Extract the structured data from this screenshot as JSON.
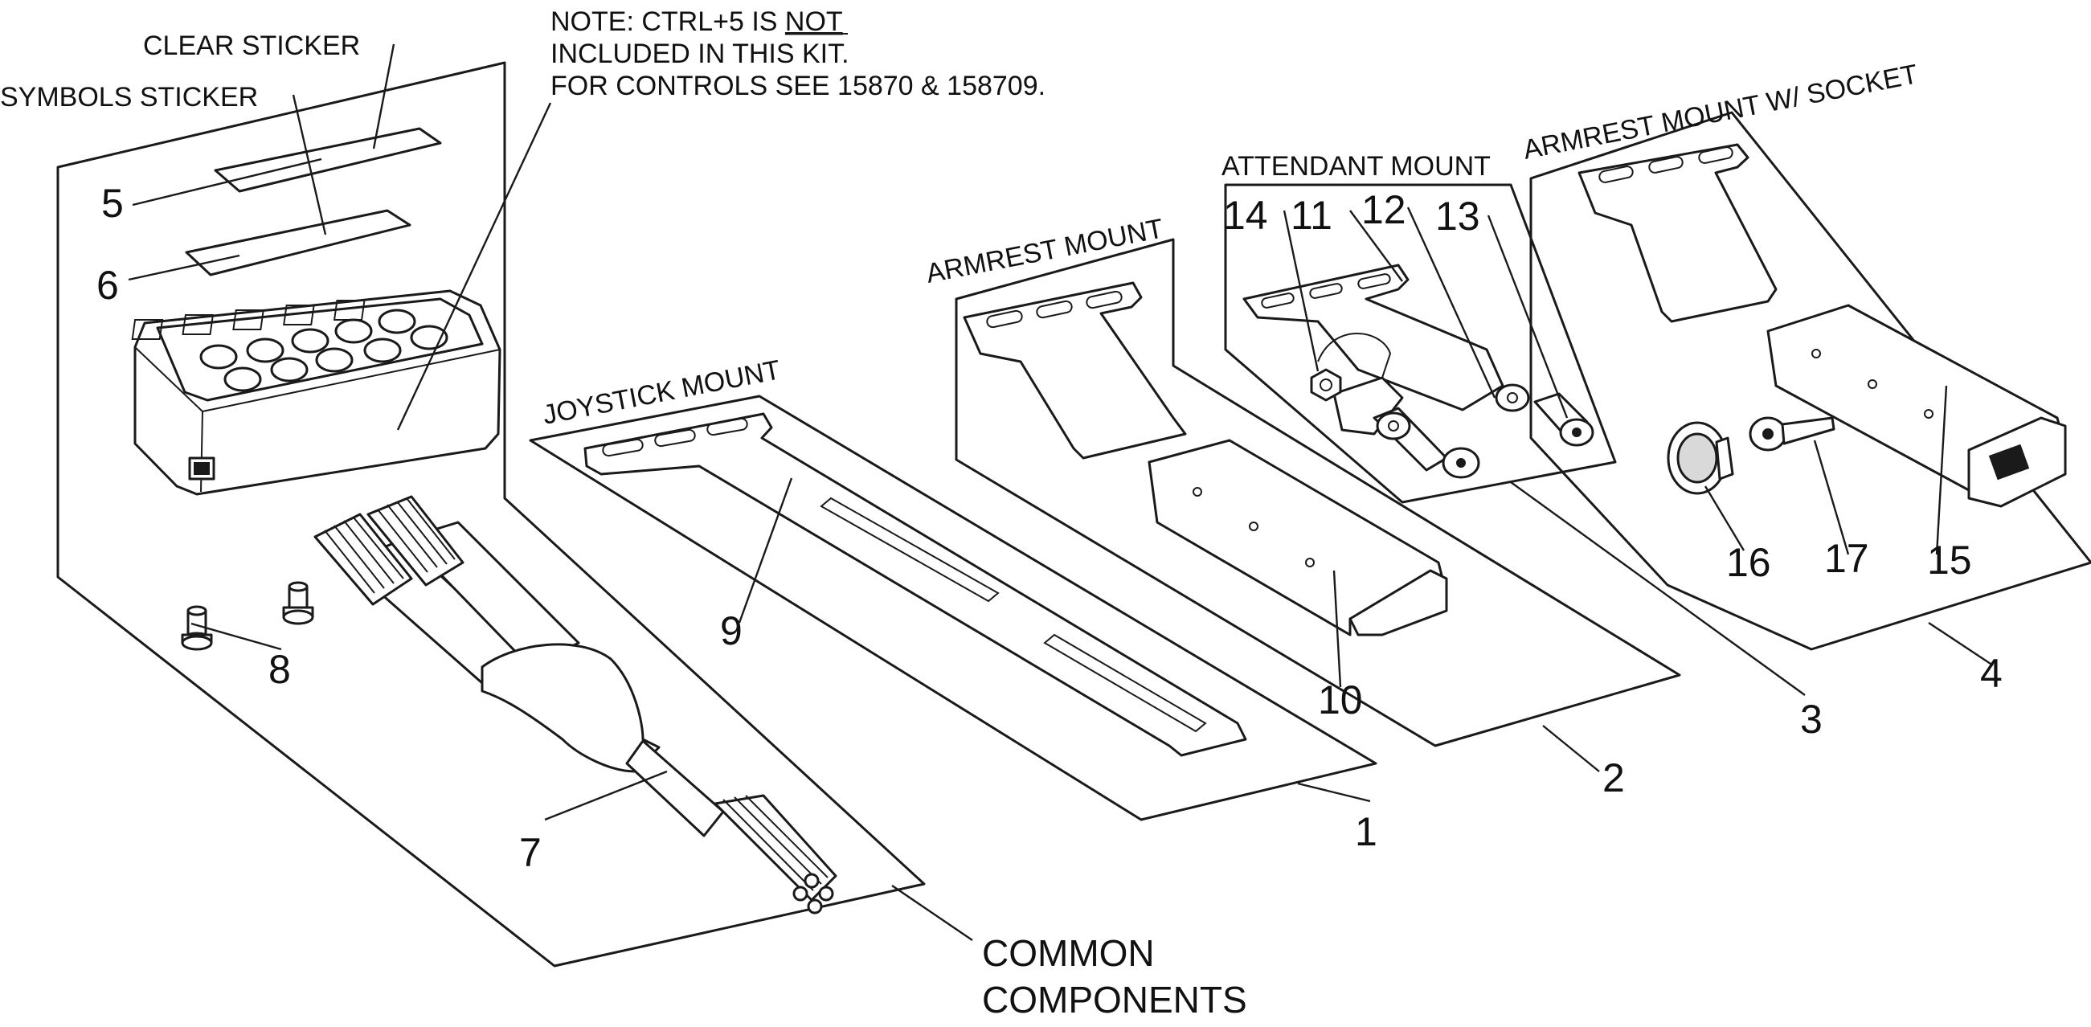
{
  "labels": {
    "clear_sticker": "CLEAR STICKER",
    "symbols_sticker": "SYMBOLS STICKER",
    "note_line1_prefix": "NOTE: CTRL+5 IS ",
    "note_line1_emph": "NOT",
    "note_line2": "INCLUDED IN THIS KIT.",
    "note_line3": "FOR CONTROLS SEE 15870 & 158709.",
    "joystick_mount": "JOYSTICK MOUNT",
    "armrest_mount": "ARMREST MOUNT",
    "attendant_mount": "ATTENDANT MOUNT",
    "armrest_mount_socket": "ARMREST MOUNT W/ SOCKET",
    "common_line1": "COMMON",
    "common_line2": "COMPONENTS"
  },
  "callouts": {
    "n1": "1",
    "n2": "2",
    "n3": "3",
    "n4": "4",
    "n5": "5",
    "n6": "6",
    "n7": "7",
    "n8": "8",
    "n9": "9",
    "n10": "10",
    "n11": "11",
    "n12": "12",
    "n13": "13",
    "n14": "14",
    "n15": "15",
    "n16": "16",
    "n17": "17"
  }
}
